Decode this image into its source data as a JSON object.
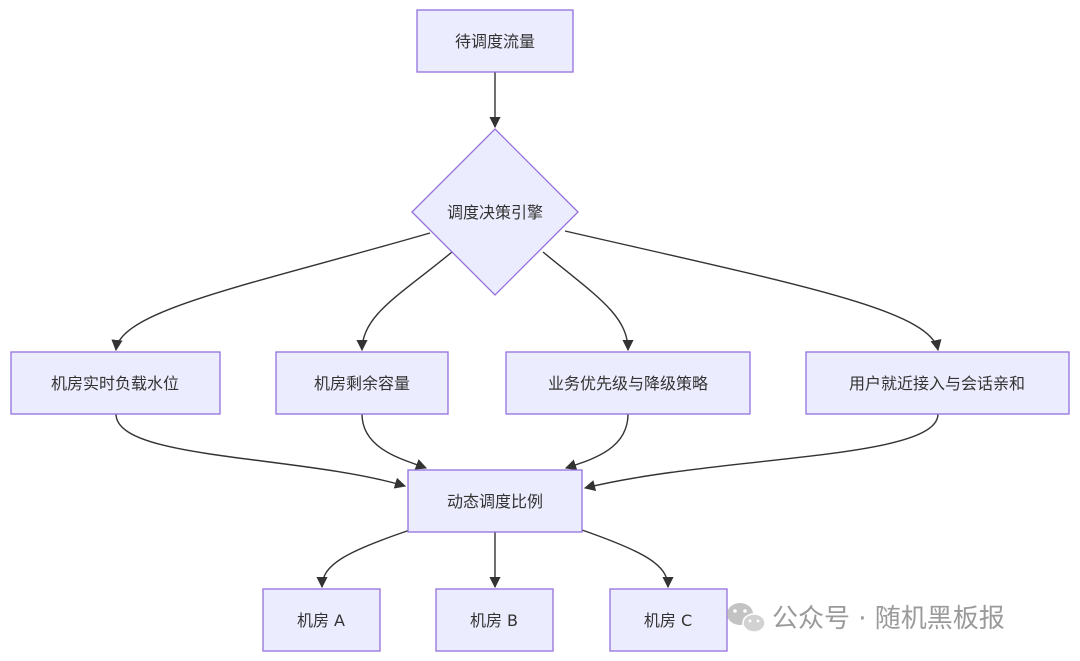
{
  "nodes": {
    "pending_traffic": "待调度流量",
    "decision_engine": "调度决策引擎",
    "dc_load": "机房实时负载水位",
    "dc_capacity": "机房剩余容量",
    "biz_priority": "业务优先级与降级策略",
    "user_affinity": "用户就近接入与会话亲和",
    "dynamic_ratio": "动态调度比例",
    "dc_a": "机房 A",
    "dc_b": "机房 B",
    "dc_c": "机房 C"
  },
  "watermark": {
    "text": "公众号 · 随机黑板报",
    "icon": "wechat-icon"
  },
  "colors": {
    "node_fill": "#ECECFF",
    "node_stroke": "#9370DB",
    "edge": "#333333",
    "text": "#333333",
    "watermark": "#9a9a9a"
  }
}
